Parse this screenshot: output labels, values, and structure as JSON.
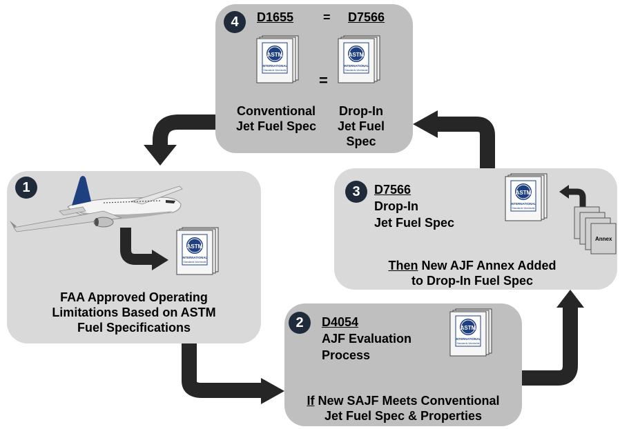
{
  "steps": {
    "s1": {
      "number": "1",
      "caption_lines": [
        "FAA Approved Operating",
        "Limitations Based on ASTM",
        "Fuel Specifications"
      ]
    },
    "s2": {
      "number": "2",
      "code": "D4054",
      "title_lines": [
        "AJF Evaluation",
        "Process"
      ],
      "cond_lead": "If",
      "cond_rest": " New SAJF Meets Conventional",
      "cond_line2": "Jet Fuel Spec & Properties"
    },
    "s3": {
      "number": "3",
      "code": "D7566",
      "title_lines": [
        "Drop-In",
        "Jet Fuel Spec"
      ],
      "then_lead": "Then",
      "then_rest": " New AJF Annex Added",
      "then_line2": "to Drop-In Fuel Spec",
      "annex_label": "Annex"
    },
    "s4": {
      "number": "4",
      "code_left": "D1655",
      "equals": "=",
      "code_right": "D7566",
      "doc_equals": "=",
      "left_lines": [
        "Conventional",
        "Jet Fuel Spec"
      ],
      "right_lines": [
        "Drop-In",
        "Jet Fuel",
        "Spec"
      ]
    }
  },
  "logo": {
    "text": "ASTM",
    "sub": "INTERNATIONAL",
    "tagline": "Standards Worldwide"
  },
  "colors": {
    "arrow": "#262626",
    "box_light": "#d9d9d9",
    "box_dark": "#bfbfbf",
    "badge": "#1f2a3a",
    "airline_blue": "#1e3f80"
  },
  "icons": [
    "airplane-icon",
    "astm-document-icon",
    "annex-document-icon",
    "curved-arrow-icon"
  ]
}
